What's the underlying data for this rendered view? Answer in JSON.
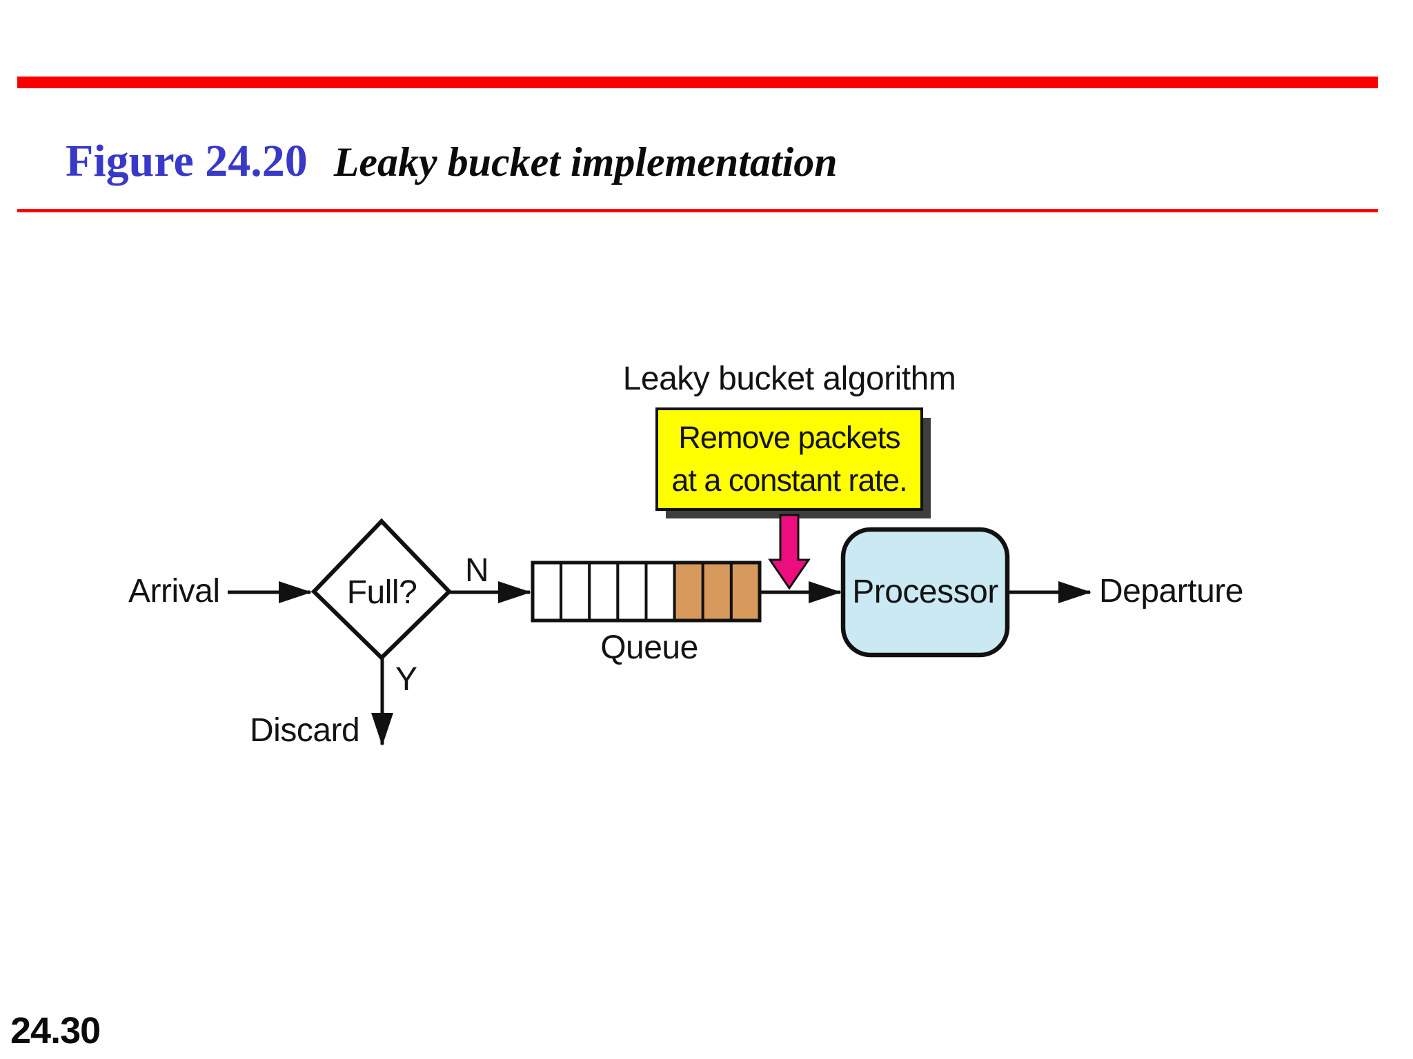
{
  "header": {
    "figure_label": "Figure 24.20",
    "figure_title": "Leaky bucket implementation"
  },
  "footer": {
    "page_number": "24.30"
  },
  "diagram": {
    "algorithm_caption": "Leaky bucket algorithm",
    "note": {
      "line1": "Remove packets",
      "line2": "at a constant rate."
    },
    "labels": {
      "arrival": "Arrival",
      "decision": "Full?",
      "no_branch": "N",
      "yes_branch": "Y",
      "discard": "Discard",
      "queue": "Queue",
      "processor": "Processor",
      "departure": "Departure"
    },
    "queue": {
      "total_cells": 8,
      "filled_cells": 3
    },
    "colors": {
      "accent_red": "#FA0000",
      "title_blue": "#3939C8",
      "note_yellow": "#FFFF00",
      "note_shadow": "#3E3E3E",
      "arrow_pink": "#EC0E7F",
      "packet_orange": "#D79A5C",
      "processor_blue": "#CBE9F2"
    }
  }
}
